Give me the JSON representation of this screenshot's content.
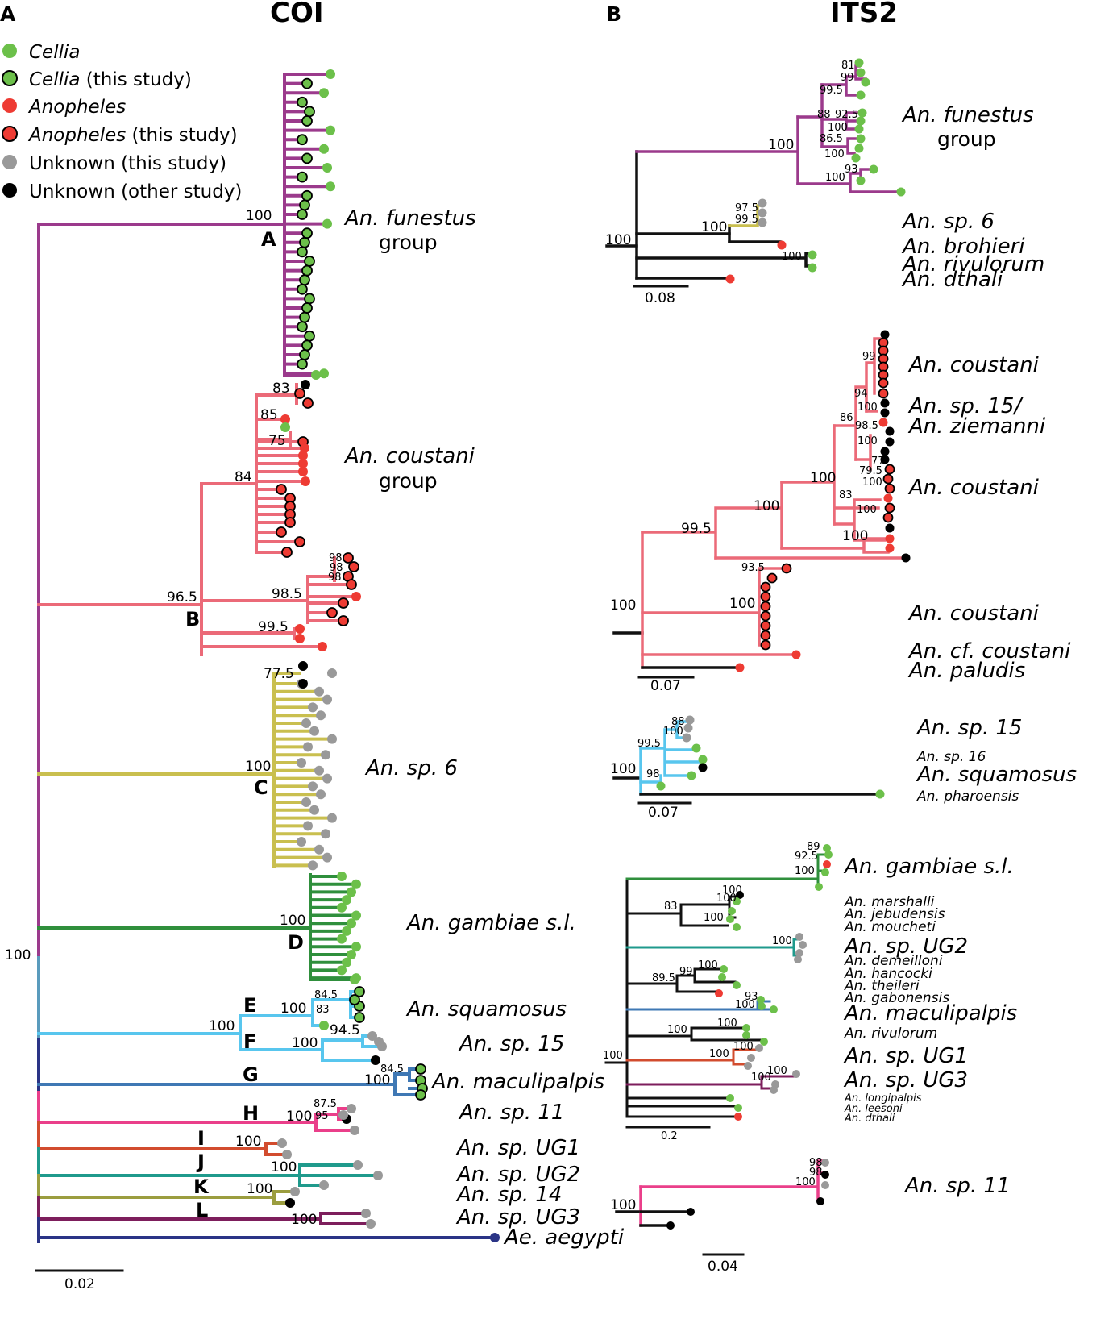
{
  "colors": {
    "funestus": "#9b3a8c",
    "coustani": "#eb6a78",
    "sp6": "#c9bf4f",
    "gambiae": "#2f8f3c",
    "squamosus": "#58c6ee",
    "maculipalpis": "#3f78b4",
    "sp11": "#ea3f8a",
    "ug1": "#d24c2e",
    "ug2": "#1f9a8c",
    "sp14": "#9b9d3f",
    "ug3": "#7d1e5c",
    "aedes": "#2a3486",
    "black": "#111111",
    "cellia": "#6cc04a",
    "anopheles": "#ee3b33",
    "unknown_this": "#999999",
    "unknown_other": "#000000"
  },
  "panels": {
    "a": {
      "letter": "A",
      "title": "COI"
    },
    "b": {
      "letter": "B",
      "title": "ITS2"
    }
  },
  "legend": [
    {
      "label": "Cellia",
      "suffix": "",
      "color": "#6cc04a",
      "outlined": false
    },
    {
      "label": "Cellia",
      "suffix": " (this study)",
      "color": "#6cc04a",
      "outlined": true
    },
    {
      "label": "Anopheles",
      "suffix": "",
      "color": "#ee3b33",
      "outlined": false
    },
    {
      "label": "Anopheles",
      "suffix": " (this study)",
      "color": "#ee3b33",
      "outlined": true
    },
    {
      "label": "",
      "suffix": "Unknown (this study)",
      "color": "#999999",
      "outlined": false
    },
    {
      "label": "",
      "suffix": "Unknown (other study)",
      "color": "#000000",
      "outlined": false
    }
  ],
  "coi": {
    "root_support": "100",
    "clades": [
      {
        "letter": "A",
        "support": "100",
        "label_line1": "An. funestus",
        "label_line2": "group",
        "inner": [
          "83",
          "85",
          "75",
          "84"
        ]
      },
      {
        "letter": "B",
        "support": "96.5",
        "label_line1": "An. coustani",
        "label_line2": "group",
        "inner": [
          "98",
          "98",
          "98",
          "98.5",
          "99.5"
        ]
      },
      {
        "letter": "C",
        "support": "100",
        "label_line1": "An. sp. 6",
        "inner": [
          "77.5"
        ]
      },
      {
        "letter": "D",
        "support": "100",
        "label_line1": "An. gambiae s.l."
      },
      {
        "letter": "E",
        "support": "100",
        "label_line1": "An. squamosus",
        "inner": [
          "84.5",
          "83"
        ]
      },
      {
        "letter": "F",
        "support": "100",
        "label_line1": "An. sp. 15",
        "inner": [
          "94.5"
        ],
        "parent_support": "100"
      },
      {
        "letter": "G",
        "support": "100",
        "label_line1": "An. maculipalpis",
        "inner": [
          "84.5"
        ]
      },
      {
        "letter": "H",
        "support": "100",
        "label_line1": "An. sp. 11",
        "inner": [
          "87.5",
          "95"
        ]
      },
      {
        "letter": "I",
        "support": "100",
        "label_line1": "An. sp.  UG1"
      },
      {
        "letter": "J",
        "support": "100",
        "label_line1": "An. sp.  UG2"
      },
      {
        "letter": "K",
        "support": "100",
        "label_line1": "An. sp.  14"
      },
      {
        "letter": "L",
        "support": "100",
        "label_line1": "An. sp.  UG3"
      }
    ],
    "outgroup": "Ae. aegypti",
    "scale": "0.02"
  },
  "its2": {
    "funestus": {
      "support": "100",
      "inner": [
        "81",
        "99",
        "99.5",
        "88",
        "92.5",
        "100",
        "86.5",
        "100",
        "93",
        "100"
      ],
      "sp6_support": [
        "100",
        "97.5",
        "99.5"
      ],
      "rivulorum_support": "100",
      "labels": [
        "An. funestus",
        "group",
        "An. sp. 6",
        "An. brohieri",
        "An. rivulorum",
        "An. dthali"
      ],
      "scale": "0.08"
    },
    "coustani": {
      "support": [
        "100",
        "99.5",
        "100",
        "100",
        "86",
        "83",
        "100",
        "100",
        "99",
        "94",
        "100",
        "98.5",
        "100",
        "77",
        "79.5",
        "100",
        "93.5",
        "100"
      ],
      "labels": [
        "An. coustani",
        "An. sp. 15/",
        "An. ziemanni",
        "An. coustani",
        "An. coustani",
        "An. cf. coustani",
        "An. paludis"
      ],
      "scale": "0.07"
    },
    "squamosus": {
      "support": [
        "100",
        "99.5",
        "98",
        "100",
        "88"
      ],
      "labels": [
        "An. sp. 15",
        "An. sp. 16",
        "An. squamosus",
        "An. pharoensis"
      ],
      "scale": "0.07"
    },
    "gambiae": {
      "support": [
        "100",
        "89",
        "92.5",
        "100",
        "83",
        "100",
        "100",
        "100",
        "100",
        "89.5",
        "99",
        "100",
        "93",
        "100",
        "100",
        "100",
        "100",
        "100",
        "100",
        "100"
      ],
      "labels": [
        "An. gambiae s.l.",
        "An. marshalli",
        "An. jebudensis",
        "An. moucheti",
        "An. sp.  UG2",
        "An. demeilloni",
        "An. hancocki",
        "An. theileri",
        "An. gabonensis",
        "An. maculipalpis",
        "An. rivulorum",
        "An. sp.  UG1",
        "An. sp.  UG3",
        "An. longipalpis",
        "An. leesoni",
        "An. dthali"
      ],
      "scale": "0.2"
    },
    "sp11": {
      "support": [
        "100",
        "100",
        "98",
        "98"
      ],
      "labels": [
        "An. sp. 11"
      ],
      "scale": "0.04"
    }
  }
}
